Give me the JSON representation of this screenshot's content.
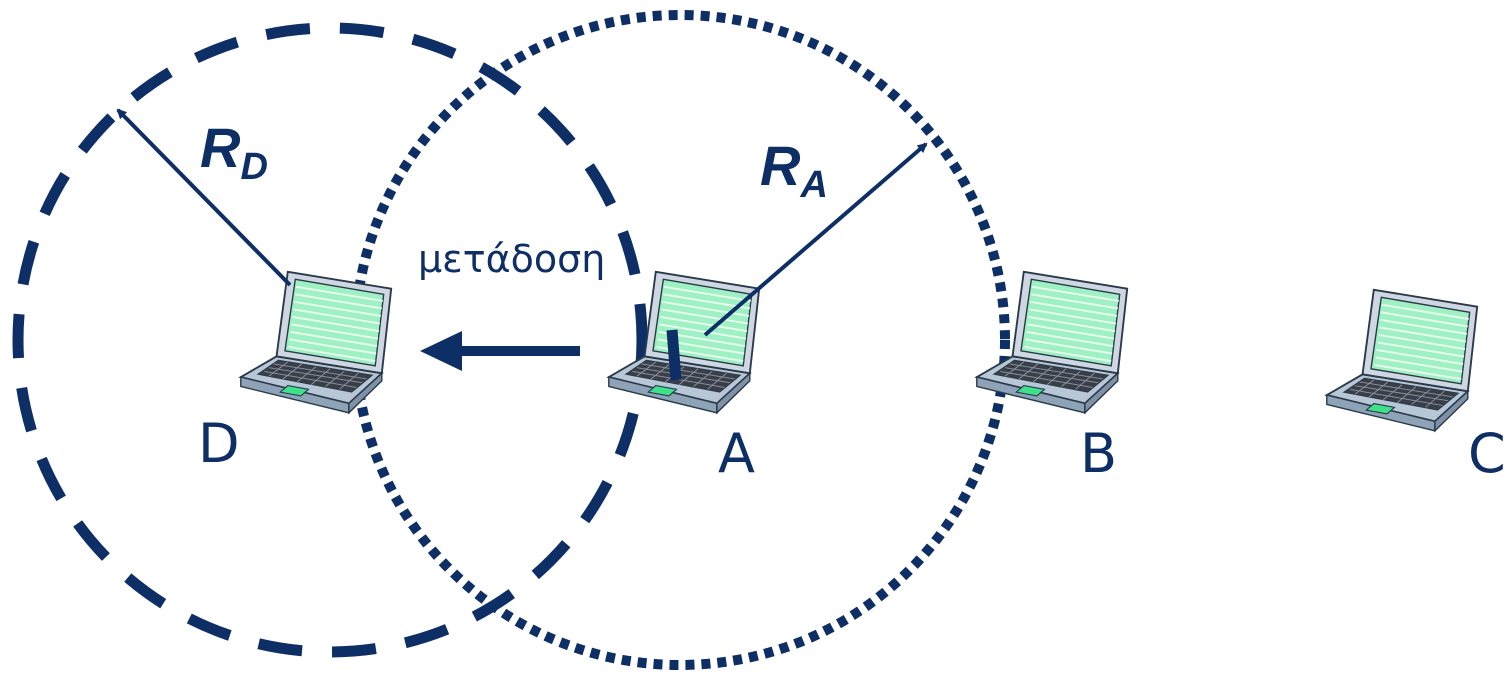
{
  "nodes": {
    "d": "D",
    "a": "A",
    "b": "B",
    "c": "C"
  },
  "radius_d": {
    "letter": "R",
    "subscript": "D"
  },
  "radius_a": {
    "letter": "R",
    "subscript": "A"
  },
  "transmission_label": "μετάδοση",
  "colors": {
    "ink": "#0e2f66",
    "screen": "#9ff1c4",
    "screen_lines": "#e8fff0",
    "laptop_body": "#b8c7d6",
    "trackpad": "#3fe08a"
  }
}
